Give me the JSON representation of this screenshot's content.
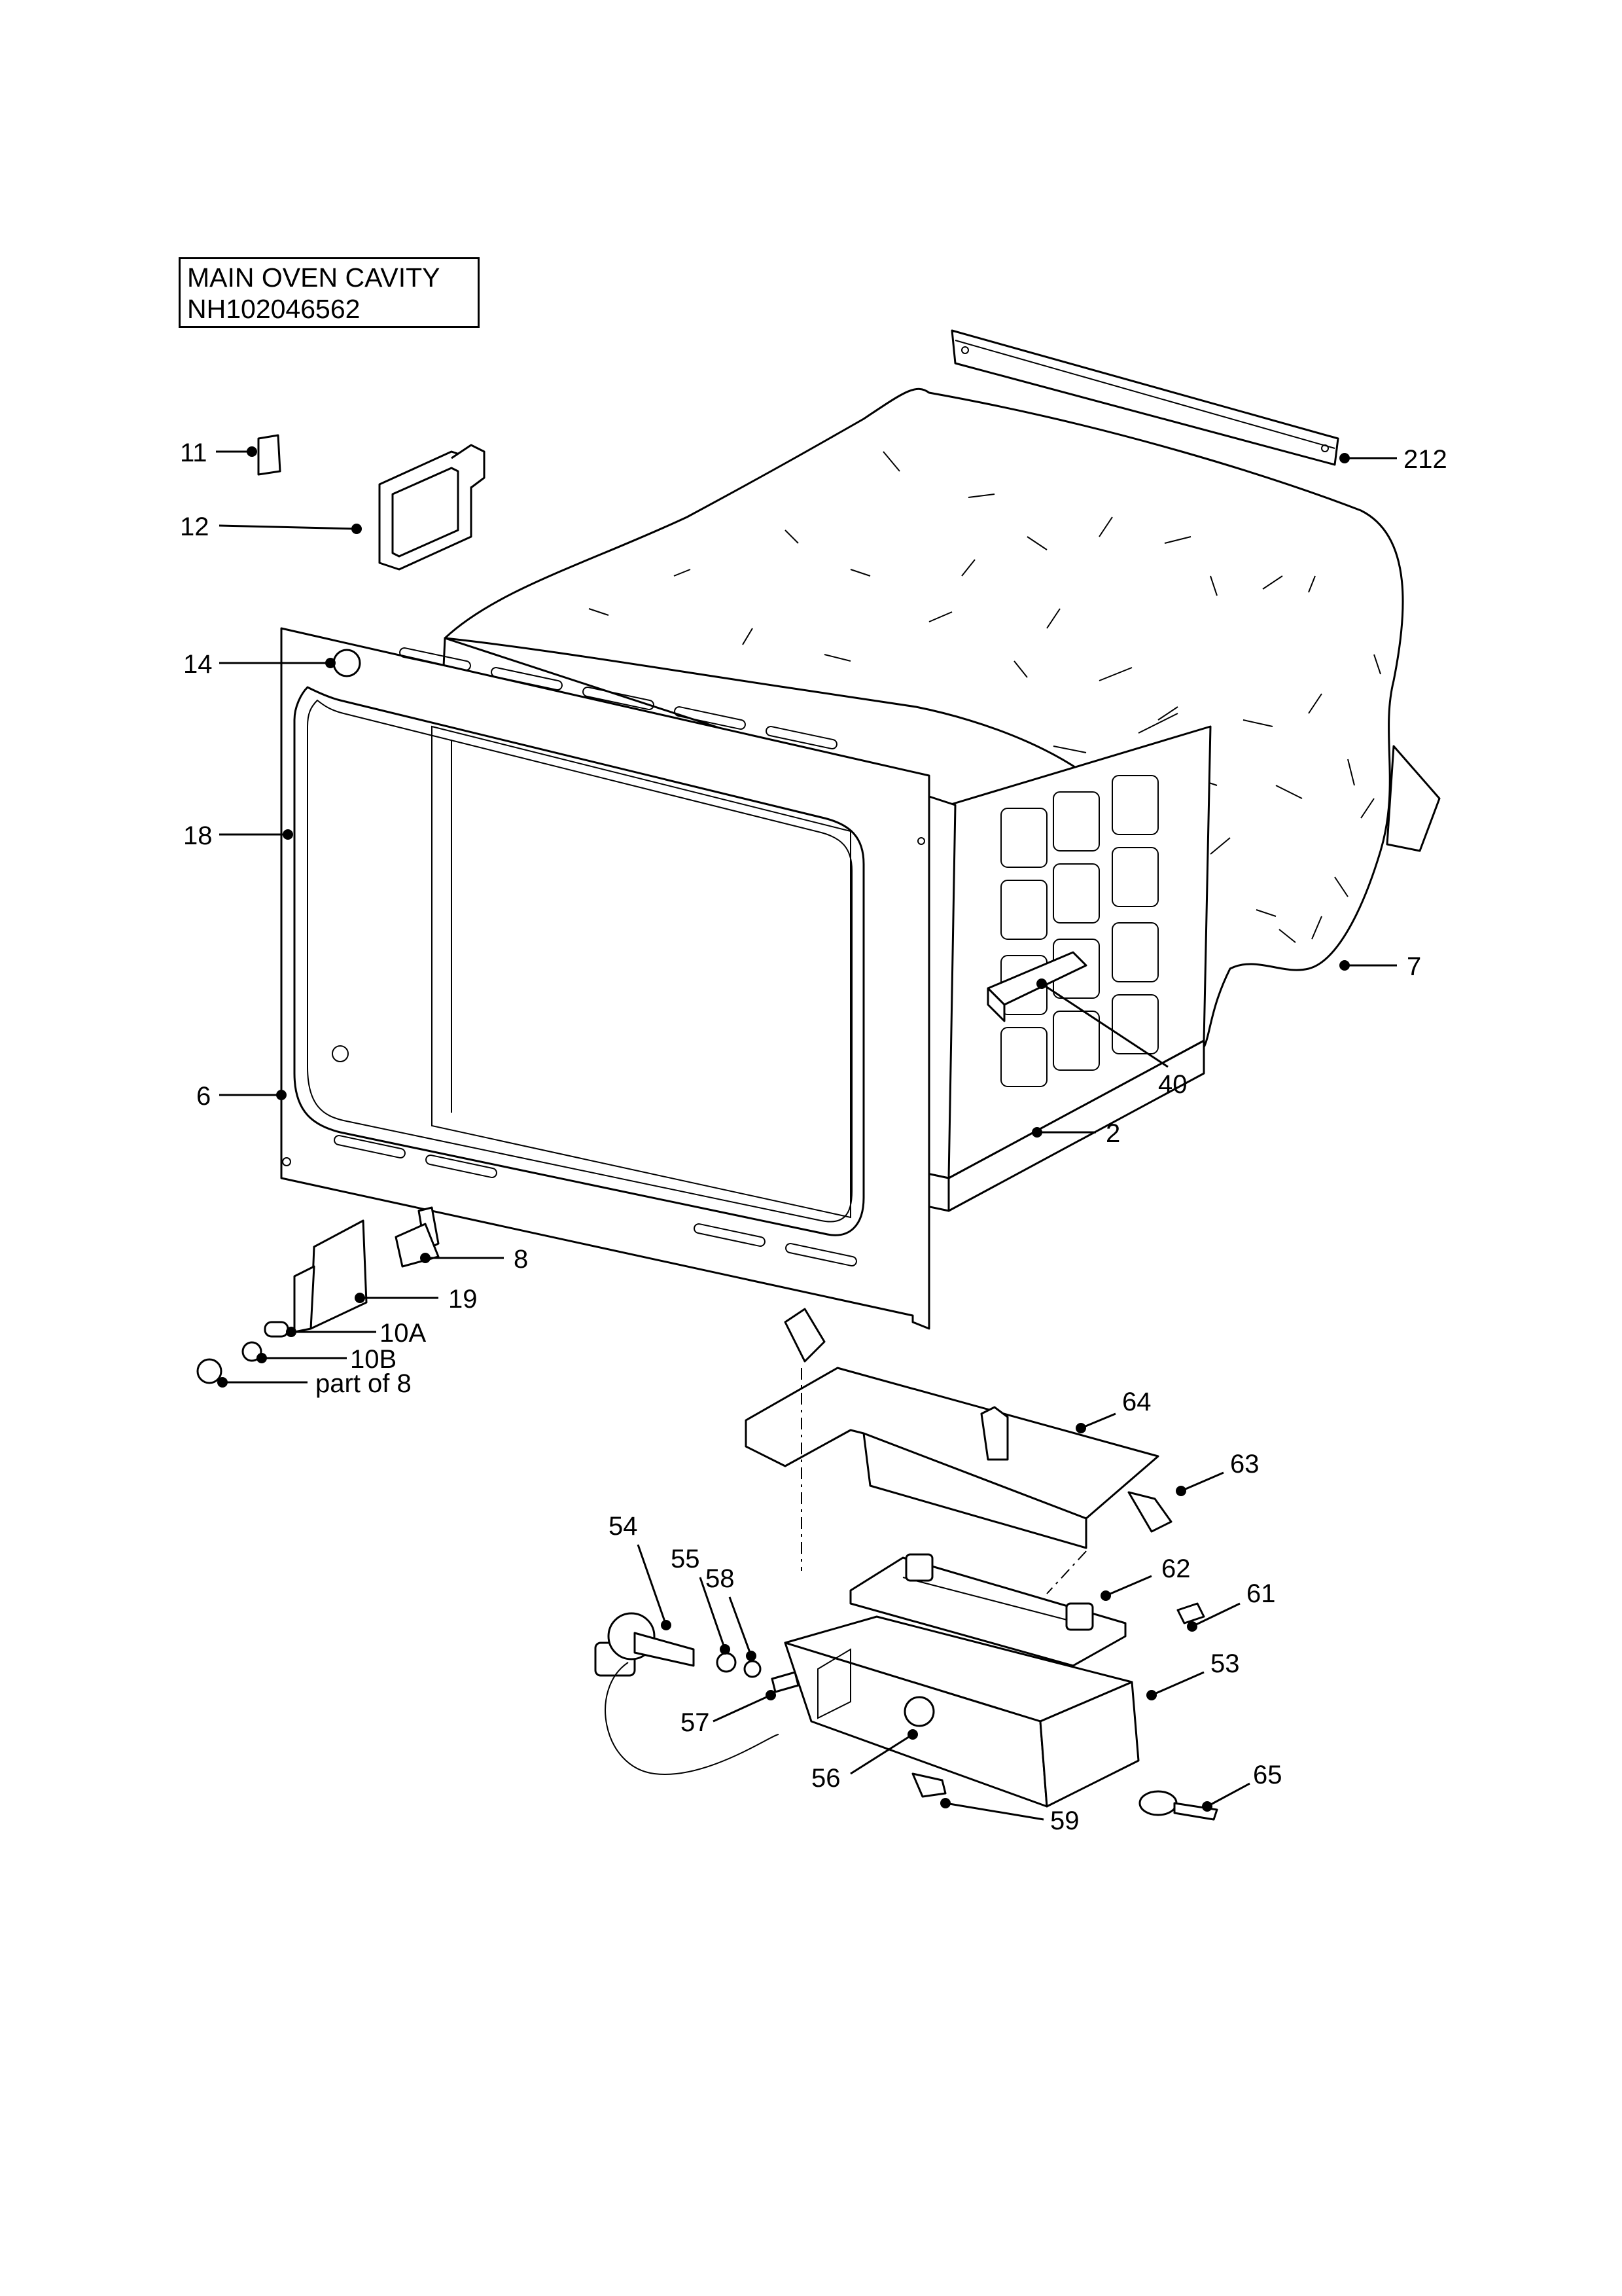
{
  "title": {
    "line1": "MAIN OVEN CAVITY",
    "line2": "NH102046562"
  },
  "callouts": [
    {
      "id": "c11",
      "label": "11"
    },
    {
      "id": "c12",
      "label": "12"
    },
    {
      "id": "c212",
      "label": "212"
    },
    {
      "id": "c14",
      "label": "14"
    },
    {
      "id": "c18",
      "label": "18"
    },
    {
      "id": "c7",
      "label": "7"
    },
    {
      "id": "c40",
      "label": "40"
    },
    {
      "id": "c6",
      "label": "6"
    },
    {
      "id": "c2",
      "label": "2"
    },
    {
      "id": "c8",
      "label": "8"
    },
    {
      "id": "c19",
      "label": "19"
    },
    {
      "id": "c10a",
      "label": "10A"
    },
    {
      "id": "c10b",
      "label": "10B"
    },
    {
      "id": "cpart8",
      "label": "part of 8"
    },
    {
      "id": "c64",
      "label": "64"
    },
    {
      "id": "c63",
      "label": "63"
    },
    {
      "id": "c54",
      "label": "54"
    },
    {
      "id": "c55",
      "label": "55"
    },
    {
      "id": "c58",
      "label": "58"
    },
    {
      "id": "c62",
      "label": "62"
    },
    {
      "id": "c61",
      "label": "61"
    },
    {
      "id": "c53",
      "label": "53"
    },
    {
      "id": "c57",
      "label": "57"
    },
    {
      "id": "c56",
      "label": "56"
    },
    {
      "id": "c65",
      "label": "65"
    },
    {
      "id": "c59",
      "label": "59"
    }
  ]
}
